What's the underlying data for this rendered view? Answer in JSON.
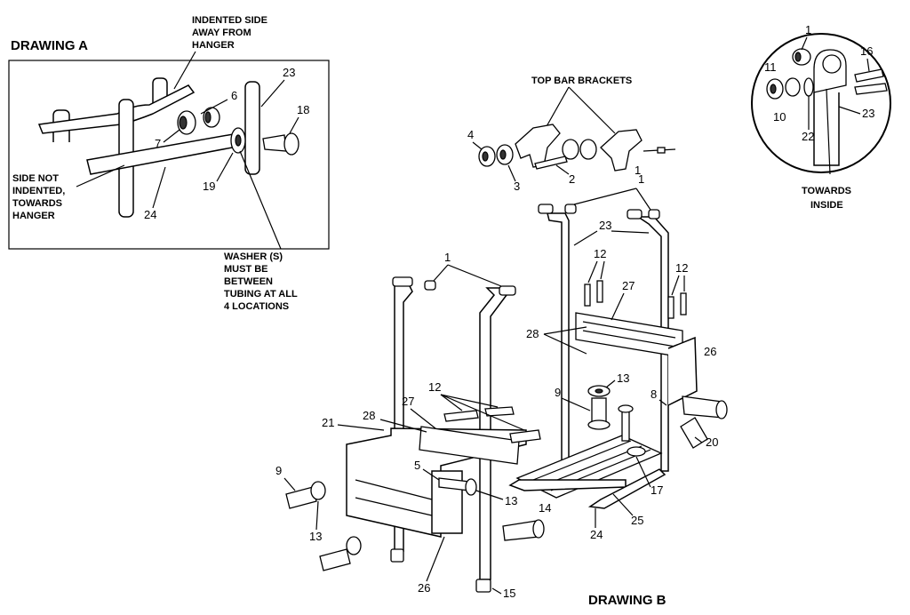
{
  "drawing_a": {
    "title": "DRAWING  A",
    "note_indented": [
      "INDENTED SIDE",
      "AWAY FROM",
      "HANGER"
    ],
    "note_not_indented": [
      "SIDE NOT",
      "INDENTED,",
      "TOWARDS",
      "HANGER"
    ],
    "note_washer": [
      "WASHER (S)",
      "MUST BE",
      "BETWEEN",
      "TUBING AT ALL",
      "4 LOCATIONS"
    ],
    "labels": {
      "p6": "6",
      "p7": "7",
      "p18": "18",
      "p19": "19",
      "p23": "23",
      "p24": "24"
    }
  },
  "top_bar": {
    "title": "TOP BAR BRACKETS",
    "labels": {
      "p1": "1",
      "p2": "2",
      "p3": "3",
      "p4": "4"
    }
  },
  "detail": {
    "note_towards": [
      "TOWARDS",
      "INSIDE"
    ],
    "labels": {
      "p1": "1",
      "p10": "10",
      "p11": "11",
      "p16": "16",
      "p22": "22",
      "p23": "23"
    }
  },
  "drawing_b": {
    "title": "DRAWING  B",
    "labels": {
      "p1": "1",
      "p1b": "1",
      "p5": "5",
      "p8": "8",
      "p9a": "9",
      "p9b": "9",
      "p12a": "12",
      "p12b": "12",
      "p12c": "12",
      "p13a": "13",
      "p13b": "13",
      "p13c": "13",
      "p14": "14",
      "p15": "15",
      "p17": "17",
      "p20": "20",
      "p21": "21",
      "p23": "23",
      "p24": "24",
      "p25": "25",
      "p26a": "26",
      "p26b": "26",
      "p27a": "27",
      "p27b": "27",
      "p28a": "28",
      "p28b": "28"
    }
  }
}
